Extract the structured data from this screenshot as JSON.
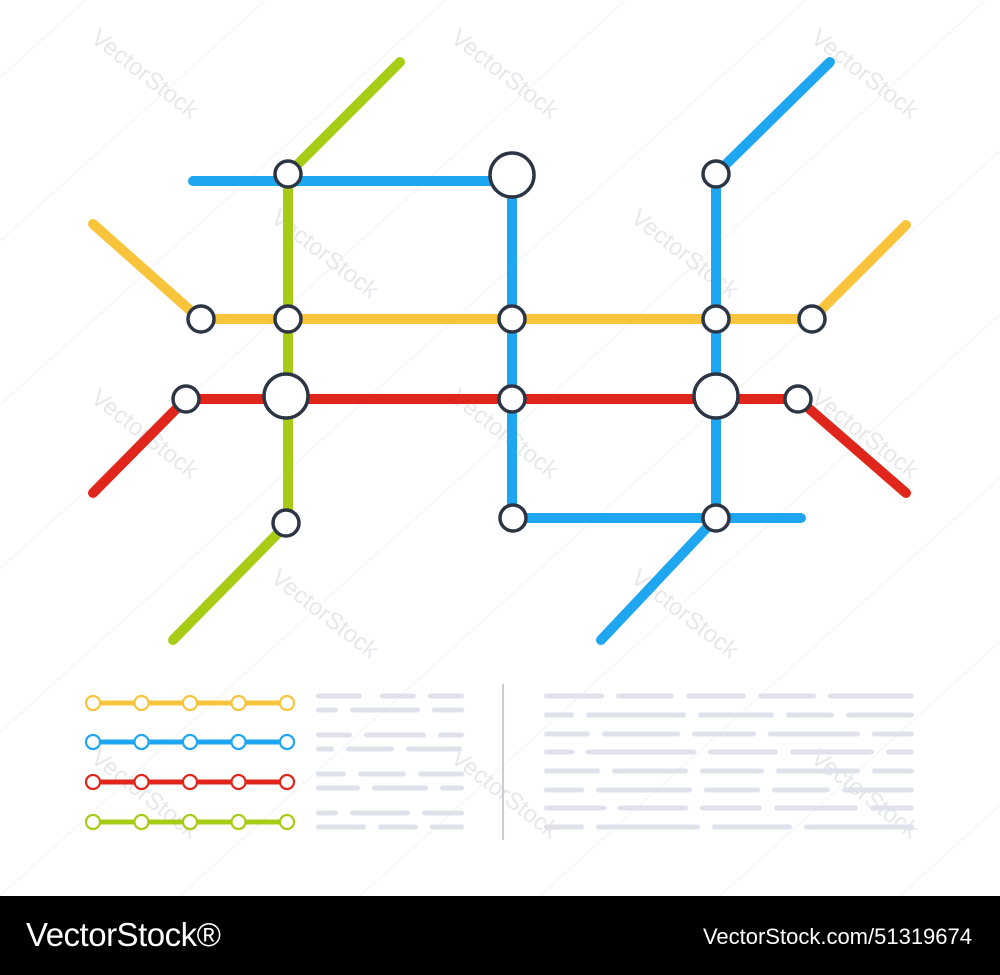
{
  "colors": {
    "yellow": "#f7c43c",
    "blue": "#1ea7f0",
    "red": "#e0261b",
    "green": "#a6cc16",
    "station_stroke": "#2c3544",
    "placeholder": "#dfe2ea",
    "divider": "#c9ccd4",
    "background": "#ffffff",
    "footer_bg": "#000000"
  },
  "legend": {
    "lines": [
      "yellow",
      "blue",
      "red",
      "green"
    ],
    "stations_per_line": 5
  },
  "watermark": {
    "text": "VectorStock"
  },
  "footer": {
    "brand": "VectorStock®",
    "image_id": "VectorStock.com/51319674"
  }
}
